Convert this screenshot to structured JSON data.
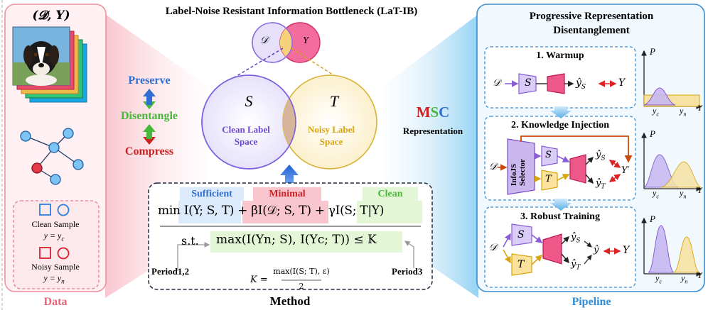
{
  "title": "Label-Noise Resistant Information Bottleneck (LaT-IB)",
  "data_panel": {
    "header": "(𝓓, 𝒀)",
    "legend": {
      "clean_label": "Clean Sample",
      "clean_eq": "y = y",
      "clean_sub": "c",
      "noisy_label": "Noisy Sample",
      "noisy_eq": "y = y",
      "noisy_sub": "n"
    },
    "footer": "Data"
  },
  "principles": {
    "preserve": "Preserve",
    "disentangle": "Disentangle",
    "compress": "Compress",
    "colors": {
      "preserve": "#2f6fd1",
      "disentangle": "#48b83c",
      "compress": "#cc2222"
    }
  },
  "venn_small": {
    "left": "𝒟",
    "right": "Y"
  },
  "venn_big": {
    "S": "S",
    "T": "T",
    "clean_line1": "Clean Label",
    "clean_line2": "Space",
    "noisy_line1": "Noisy Label",
    "noisy_line2": "Space"
  },
  "msc": {
    "m": "M",
    "s": "S",
    "c": "C",
    "representation": "Representation"
  },
  "method": {
    "tag_sufficient": "Sufficient",
    "tag_minimal": "Minimal",
    "tag_clean": "Clean",
    "objective": "min I(Y; S, T) + βI(𝒟; S, T) + γI(S; T|Y)",
    "constraint_prefix": "s.t.",
    "constraint": "max(I(Yn; S), I(Yc; T)) ≤ K",
    "period12": "Period1,2",
    "period3": "Period3",
    "k_lhs": "K =",
    "k_num": "max(I(S; T), ε)",
    "k_den": "2",
    "footer": "Method"
  },
  "pipeline": {
    "header_line1": "Progressive Representation",
    "header_line2": "Disentanglement",
    "stage1": "1. Warmup",
    "stage2": "2. Knowledge Injection",
    "stage3": "3. Robust Training",
    "selector_line1": "InfoJS",
    "selector_line2": "Selector",
    "footer": "Pipeline",
    "dist_axis_p": "P",
    "dist_axis_y": "Y",
    "yc": "y",
    "yn": "y"
  }
}
